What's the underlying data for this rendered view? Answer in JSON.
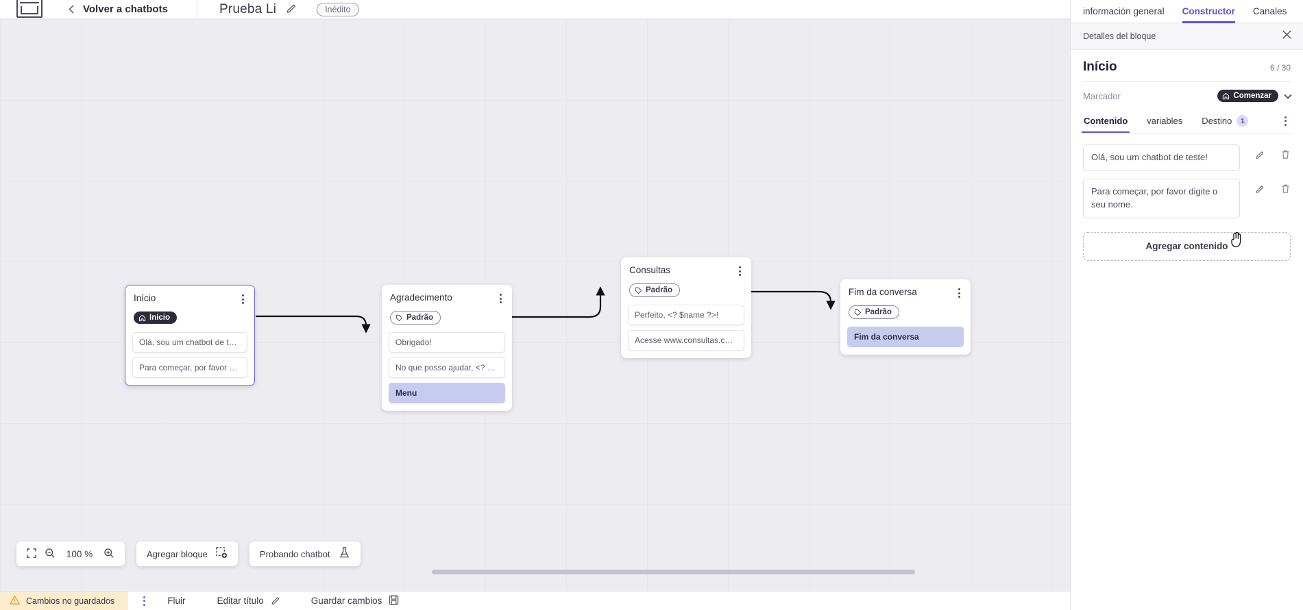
{
  "topbar": {
    "logo_name": "app-logo",
    "back_label": "Volver a chatbots",
    "doc_title": "Prueba Li",
    "status_badge": "Inédito"
  },
  "canvas": {
    "nodes": [
      {
        "title": "Início",
        "tag": "Início",
        "tag_style": "dark",
        "tag_icon": "home-icon",
        "messages": [
          {
            "text": "Olá, sou um chatbot de teste!",
            "accent": false
          },
          {
            "text": "Para começar, por favor digite o ...",
            "accent": false
          }
        ]
      },
      {
        "title": "Agradecimento",
        "tag": "Padrão",
        "tag_style": "light",
        "tag_icon": "tag-icon",
        "messages": [
          {
            "text": "Obrigado!",
            "accent": false
          },
          {
            "text": "No que posso ajudar, <? $name ...",
            "accent": false
          },
          {
            "text": "Menu",
            "accent": true
          }
        ]
      },
      {
        "title": "Consultas",
        "tag": "Padrão",
        "tag_style": "light",
        "tag_icon": "tag-icon",
        "messages": [
          {
            "text": "Perfeito, <? $name ?>!",
            "accent": false
          },
          {
            "text": "Acesse www.consultas.com par...",
            "accent": false
          }
        ]
      },
      {
        "title": "Fim da conversa",
        "tag": "Padrão",
        "tag_style": "light",
        "tag_icon": "tag-icon",
        "messages": [
          {
            "text": "Fim da conversa",
            "accent": true
          }
        ]
      }
    ]
  },
  "tools": {
    "fit_icon": "fit-screen-icon",
    "zoom_out_icon": "zoom-out-icon",
    "zoom_level": "100 %",
    "zoom_in_icon": "zoom-in-icon",
    "add_block_label": "Agregar bloque",
    "add_block_icon": "add-block-icon",
    "test_bot_label": "Probando chatbot",
    "test_bot_icon": "flask-icon"
  },
  "bottombar": {
    "unsaved_label": "Cambios no guardados",
    "unsaved_icon": "warning-icon",
    "kebab_icon": "more-options-icon",
    "flow_tab": "Fluir",
    "edit_title_label": "Editar título",
    "edit_title_icon": "pencil-icon",
    "save_label": "Guardar cambios",
    "save_icon": "save-icon"
  },
  "panel": {
    "tabs": [
      {
        "label": "información general",
        "active": false
      },
      {
        "label": "Constructor",
        "active": true
      },
      {
        "label": "Canales",
        "active": false
      }
    ],
    "subheader": "Detalles del bloque",
    "close_icon": "close-icon",
    "block_title": "Início",
    "char_count": "6 / 30",
    "marker_label": "Marcador",
    "marker_value": "Comenzar",
    "marker_icon": "home-icon",
    "content_tabs": [
      {
        "label": "Contenido",
        "active": true,
        "badge": ""
      },
      {
        "label": "variables",
        "active": false,
        "badge": ""
      },
      {
        "label": "Destino",
        "active": false,
        "badge": "1"
      }
    ],
    "content_items": [
      {
        "text": "Olá, sou um chatbot de teste!"
      },
      {
        "text": "Para começar, por favor digite o seu nome."
      }
    ],
    "edit_icon": "pencil-icon",
    "delete_icon": "trash-icon",
    "add_content_label": "Agregar contenido"
  },
  "colors": {
    "accent": "#5a52cf",
    "node_accent_bg": "#c6cbef",
    "warning_bg": "#fdeccd",
    "canvas_bg": "#ededf1"
  }
}
